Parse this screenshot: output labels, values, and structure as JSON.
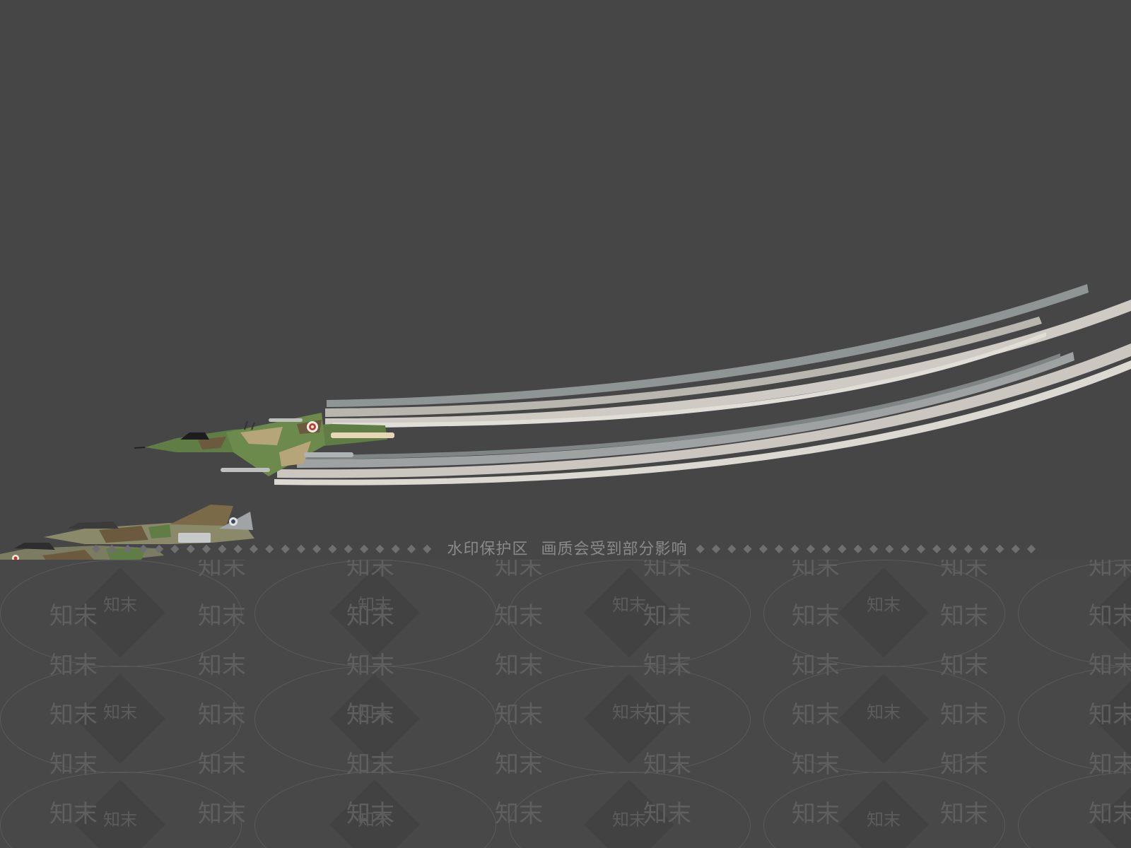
{
  "watermark": {
    "banner_left": "水印保护区",
    "banner_right": "画质会受到部分影响",
    "tile_text": "知末",
    "diamond_glyph": "◆"
  },
  "colors": {
    "background": "#464646",
    "contrail_light": "#c9c6c0",
    "contrail_dark": "#8f9595",
    "camo_green": "#5f7d45",
    "camo_tan": "#b7a57a",
    "camo_brown": "#6b5a3e"
  }
}
